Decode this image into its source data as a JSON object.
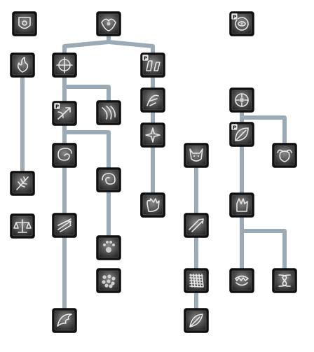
{
  "skill_tree": {
    "badge_label": "P",
    "connector_color": "#9aaab7",
    "nodes": [
      {
        "name": "talent-shield-eye-icon",
        "icon": "shield-eye",
        "badge": false
      },
      {
        "name": "talent-crest-icon",
        "icon": "crest",
        "badge": false
      },
      {
        "name": "talent-eye-orb-icon",
        "icon": "eye-orb",
        "badge": true
      },
      {
        "name": "talent-flame-cat-icon",
        "icon": "flame",
        "badge": false
      },
      {
        "name": "talent-target-sight-icon",
        "icon": "target-sight",
        "badge": false
      },
      {
        "name": "talent-hooves-icon",
        "icon": "hooves",
        "badge": true
      },
      {
        "name": "talent-bound-figure-icon",
        "icon": "bound-figure",
        "badge": false
      },
      {
        "name": "talent-claw-strike-icon",
        "icon": "claw-strike",
        "badge": false
      },
      {
        "name": "talent-rune-circle-icon",
        "icon": "rune-circle",
        "badge": false
      },
      {
        "name": "talent-arrow-swipe-icon",
        "icon": "arrow-swipe",
        "badge": true
      },
      {
        "name": "talent-sparkle-icon",
        "icon": "sparkle",
        "badge": false
      },
      {
        "name": "talent-spiral-icon",
        "icon": "spiral",
        "badge": false
      },
      {
        "name": "talent-leaf-icon",
        "icon": "leaf",
        "badge": true
      },
      {
        "name": "talent-vortex-icon",
        "icon": "vortex",
        "badge": false
      },
      {
        "name": "talent-beast-face-icon",
        "icon": "beast-face",
        "badge": false
      },
      {
        "name": "talent-horned-beast-icon",
        "icon": "horned-beast",
        "badge": false
      },
      {
        "name": "talent-wheat-icon",
        "icon": "wheat",
        "badge": false
      },
      {
        "name": "talent-multi-arrow-icon",
        "icon": "multi-arrow",
        "badge": false
      },
      {
        "name": "talent-balance-scale-icon",
        "icon": "scale",
        "badge": false
      },
      {
        "name": "talent-crosshair-icon",
        "icon": "crosshair",
        "badge": false
      },
      {
        "name": "talent-swift-strike-icon",
        "icon": "swift-strike",
        "badge": false
      },
      {
        "name": "talent-gauntlet-icon",
        "icon": "gauntlet",
        "badge": false
      },
      {
        "name": "talent-paw-print-icon",
        "icon": "paw",
        "badge": false
      },
      {
        "name": "talent-stone-cluster-icon",
        "icon": "stones",
        "badge": false
      },
      {
        "name": "talent-net-icon",
        "icon": "net",
        "badge": false
      },
      {
        "name": "talent-beast-bite-icon",
        "icon": "bite",
        "badge": false
      },
      {
        "name": "talent-knot-icon",
        "icon": "knot",
        "badge": false
      },
      {
        "name": "talent-wing-icon",
        "icon": "wing",
        "badge": false
      },
      {
        "name": "talent-feather-icon",
        "icon": "feather",
        "badge": false
      },
      {
        "name": "talent-claw-hand-icon",
        "icon": "claw-hand",
        "badge": false
      }
    ]
  }
}
